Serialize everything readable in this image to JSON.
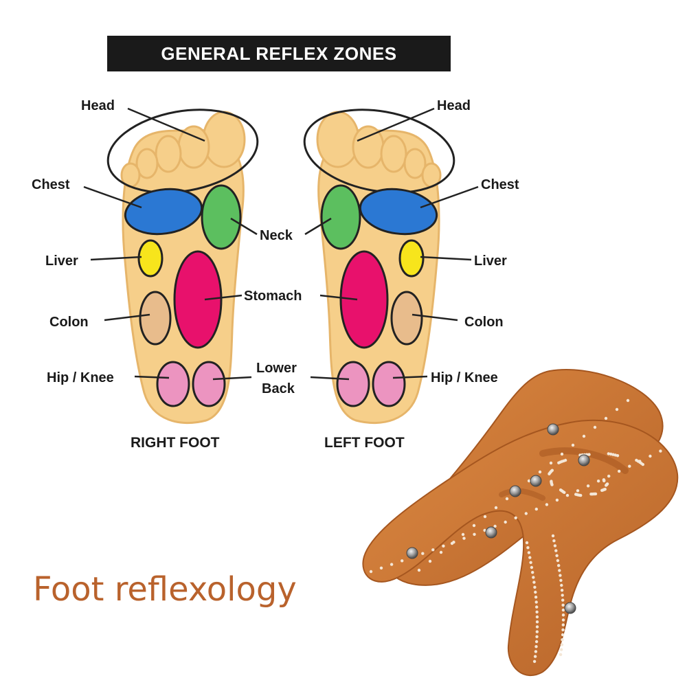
{
  "title": "GENERAL REFLEX ZONES",
  "labels": {
    "head": "Head",
    "chest": "Chest",
    "neck": "Neck",
    "liver": "Liver",
    "stomach": "Stomach",
    "colon": "Colon",
    "hip_knee": "Hip / Knee",
    "lower_back_1": "Lower",
    "lower_back_2": "Back"
  },
  "feet": {
    "right": "RIGHT FOOT",
    "left": "LEFT FOOT"
  },
  "caption": "Foot reflexology",
  "colors": {
    "skin": "#f6cf8a",
    "skin_edge": "#e6b56a",
    "chest": "#2b78d3",
    "neck": "#5cbf5f",
    "liver": "#f7e51c",
    "stomach": "#e8116c",
    "colon": "#e8bc8c",
    "hip_knee": "#ec94c0",
    "outline": "#222222",
    "insole": "#c9732f",
    "caption": "#b9622c"
  }
}
